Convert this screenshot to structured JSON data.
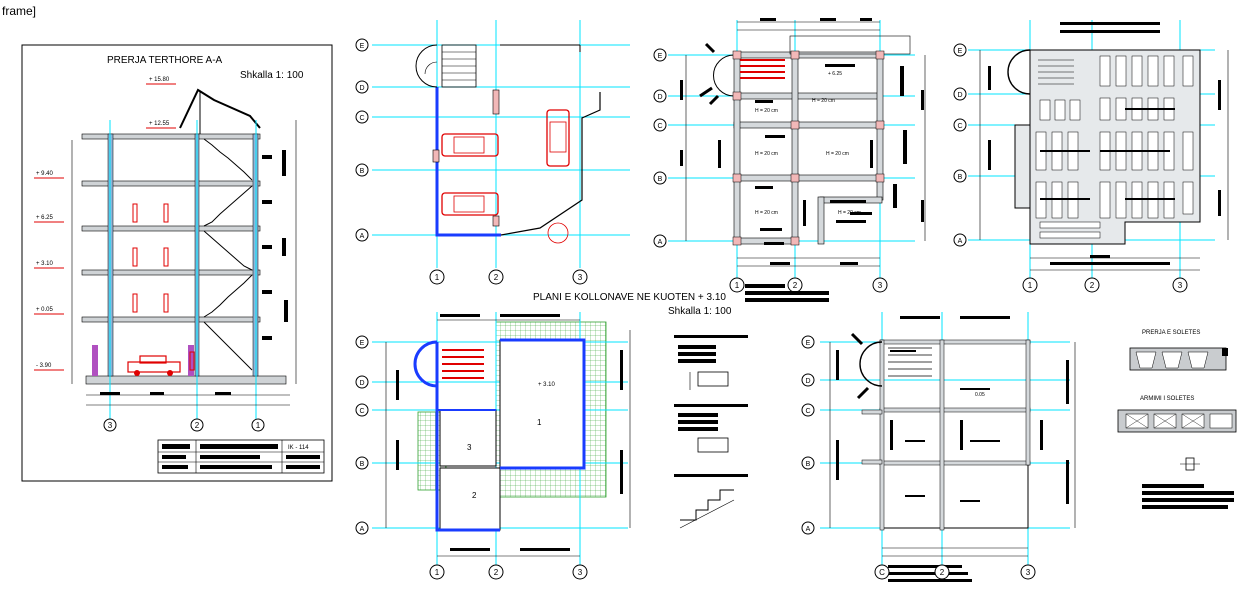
{
  "frame_label": "frame]",
  "section": {
    "title": "PRERJA TERTHORE  A-A",
    "scale": "Shkalla 1: 100",
    "levels": [
      "+ 15.80",
      "+ 12.55",
      "+ 9.40",
      "+ 6.25",
      "+ 3.10",
      "+ 0.05",
      "- 3.90"
    ],
    "axes": [
      "3",
      "2",
      "1"
    ],
    "sheet_code": "IK - 114"
  },
  "plans": {
    "row_axes": [
      "E",
      "D",
      "C",
      "B",
      "A"
    ],
    "col_axes": [
      "1",
      "2",
      "3"
    ],
    "col_axes_alt": [
      "C",
      "2",
      "3"
    ],
    "garage_title": "PLANI E KOLLONAVE NE KUOTEN + 3.10",
    "garage_scale": "Shkalla 1: 100",
    "slab_labels": [
      "H = 20 cm",
      "H = 20 cm",
      "H = 20 cm",
      "H = 20 cm",
      "H = 20 cm",
      "H = 20 cm"
    ],
    "level_mark": "+ 6.25",
    "floor_level_mark": "+ 3.10",
    "small_level_mark": "0.05",
    "room_numbers": [
      "1",
      "2",
      "3"
    ]
  },
  "details": {
    "slab_section_title": "PRERJA E SOLETES",
    "slab_rebar_title": "ARMIMI I SOLETES"
  }
}
